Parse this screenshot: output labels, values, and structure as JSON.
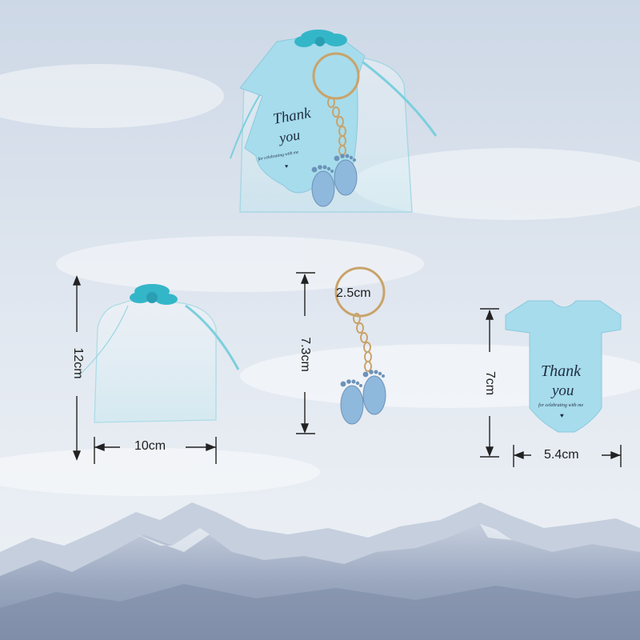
{
  "card": {
    "line1": "Thank",
    "line2": "you",
    "small": "for celebrating with me"
  },
  "dimensions": {
    "pouch_height": "12cm",
    "pouch_width": "10cm",
    "ring_diameter": "2.5cm",
    "keychain_length": "7.3cm",
    "card_height": "7cm",
    "card_width": "5.4cm"
  },
  "colors": {
    "sky_top": "#cdd8e6",
    "sky_bottom": "#edf2f7",
    "mountain": "#8c9cb8",
    "card_blue": "#a6dcec",
    "ribbon_teal": "#34b6c9",
    "feet_blue": "#8fb8dd",
    "ring_gold": "#c9a36a"
  }
}
